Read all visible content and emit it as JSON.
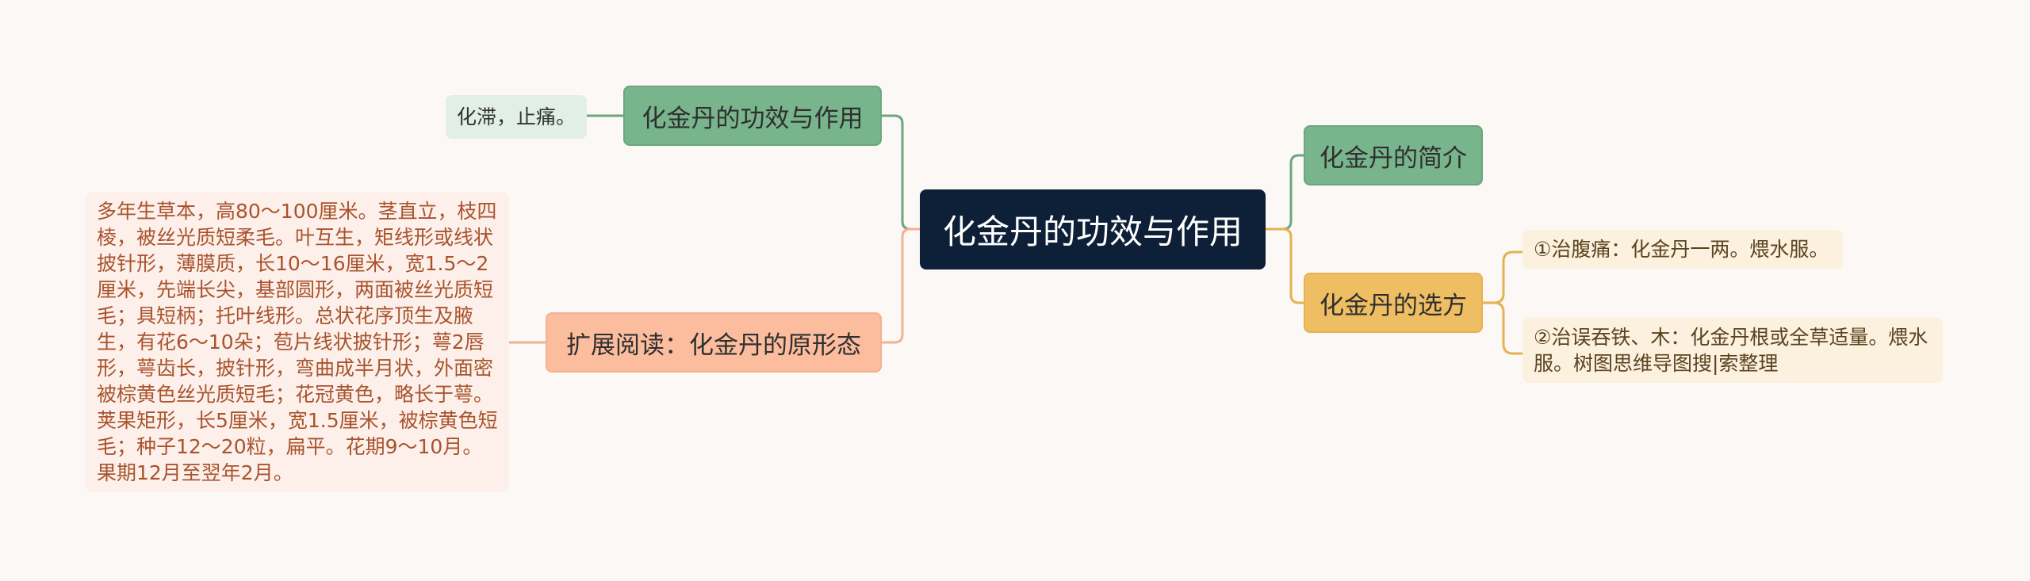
{
  "mindmap": {
    "root": "化金丹的功效与作用",
    "left": {
      "effect": {
        "label": "化金丹的功效与作用",
        "leaf": "化滞，止痛。"
      },
      "reading": {
        "label": "扩展阅读：化金丹的原形态",
        "leaf": "多年生草本，高80～100厘米。茎直立，枝四棱，被丝光质短柔毛。叶互生，矩线形或线状披针形，薄膜质，长10～16厘米，宽1.5～2厘米，先端长尖，基部圆形，两面被丝光质短毛；具短柄；托叶线形。总状花序顶生及腋生，有花6～10朵；苞片线状披针形；萼2唇形，萼齿长，披针形，弯曲成半月状，外面密被棕黄色丝光质短毛；花冠黄色，略长于萼。荚果矩形，长5厘米，宽1.5厘米，被棕黄色短毛；种子12～20粒，扁平。花期9～10月。果期12月至翌年2月。"
      }
    },
    "right": {
      "intro": {
        "label": "化金丹的简介"
      },
      "recipes": {
        "label": "化金丹的选方",
        "items": [
          "①治腹痛：化金丹一两。煨水服。",
          "②治误吞铁、木：化金丹根或全草适量。煨水服。树图思维导图搜|索整理"
        ]
      }
    }
  },
  "colors": {
    "root": "#0e1f38",
    "green": "#78b48c",
    "yellow": "#efbe62",
    "salmon": "#fbbd9e",
    "background": "#fcf8f6"
  }
}
